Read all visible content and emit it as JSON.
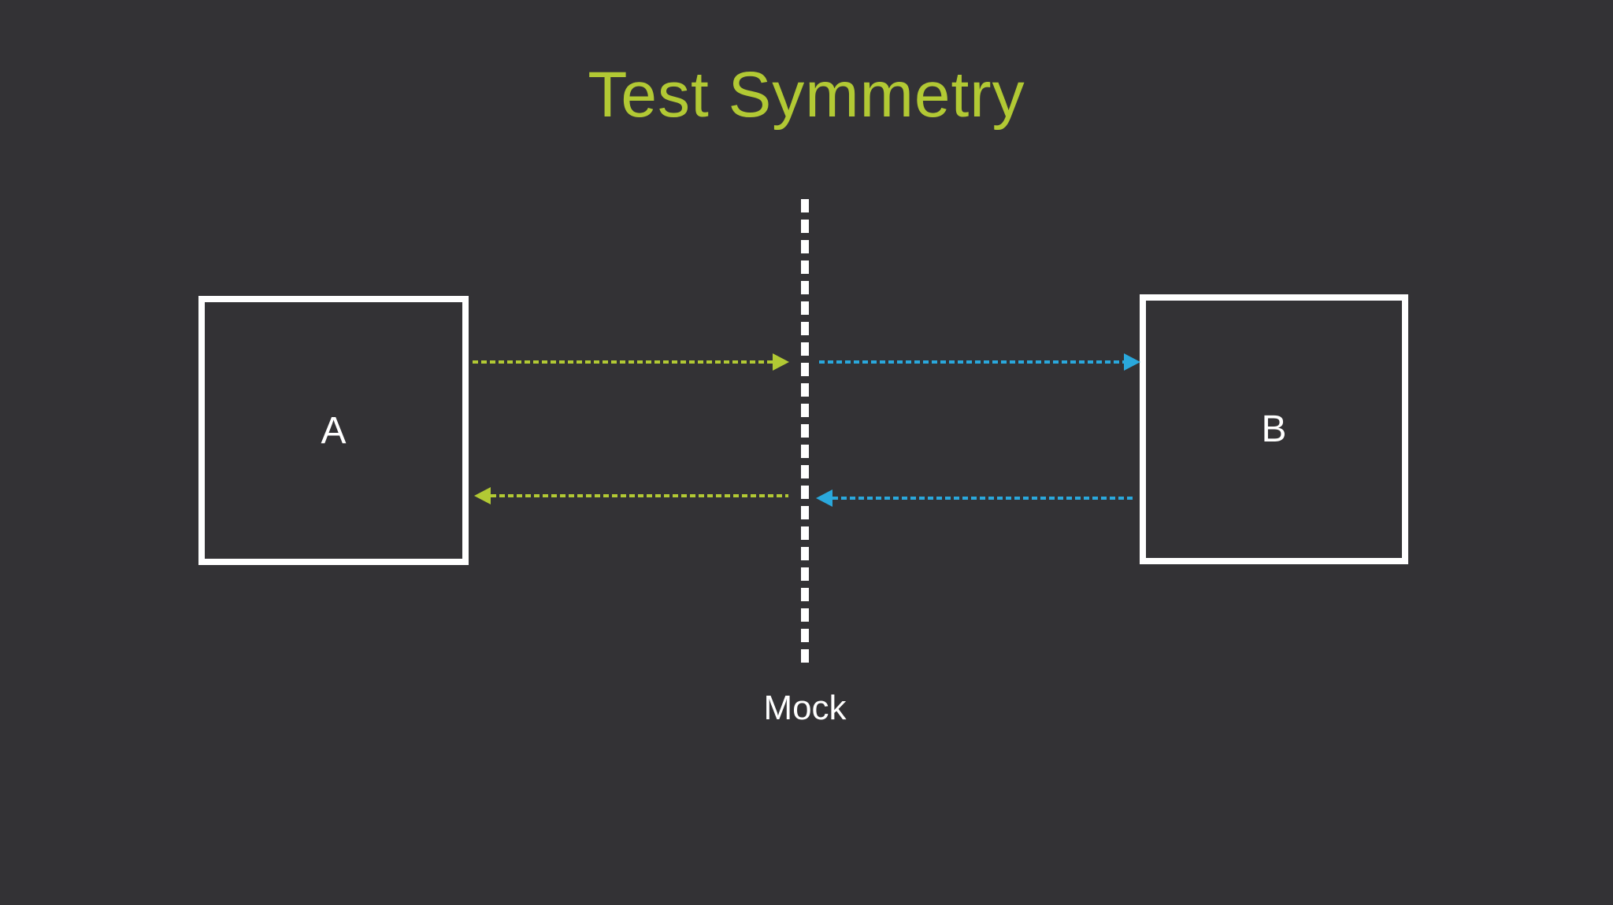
{
  "diagram": {
    "title": "Test Symmetry",
    "nodes": {
      "a": {
        "label": "A"
      },
      "b": {
        "label": "B"
      }
    },
    "boundary": {
      "label": "Mock"
    },
    "arrows": [
      {
        "name": "a-to-mock",
        "color": "green",
        "direction": "right",
        "row": "top"
      },
      {
        "name": "mock-to-b",
        "color": "blue",
        "direction": "right",
        "row": "top"
      },
      {
        "name": "b-to-mock",
        "color": "blue",
        "direction": "left",
        "row": "bottom"
      },
      {
        "name": "mock-to-a",
        "color": "green",
        "direction": "left",
        "row": "bottom"
      }
    ]
  },
  "colors": {
    "background": "#333235",
    "green": "#b2c934",
    "blue": "#2aa8dc",
    "box_border": "#ffffff",
    "text": "#ffffff"
  }
}
